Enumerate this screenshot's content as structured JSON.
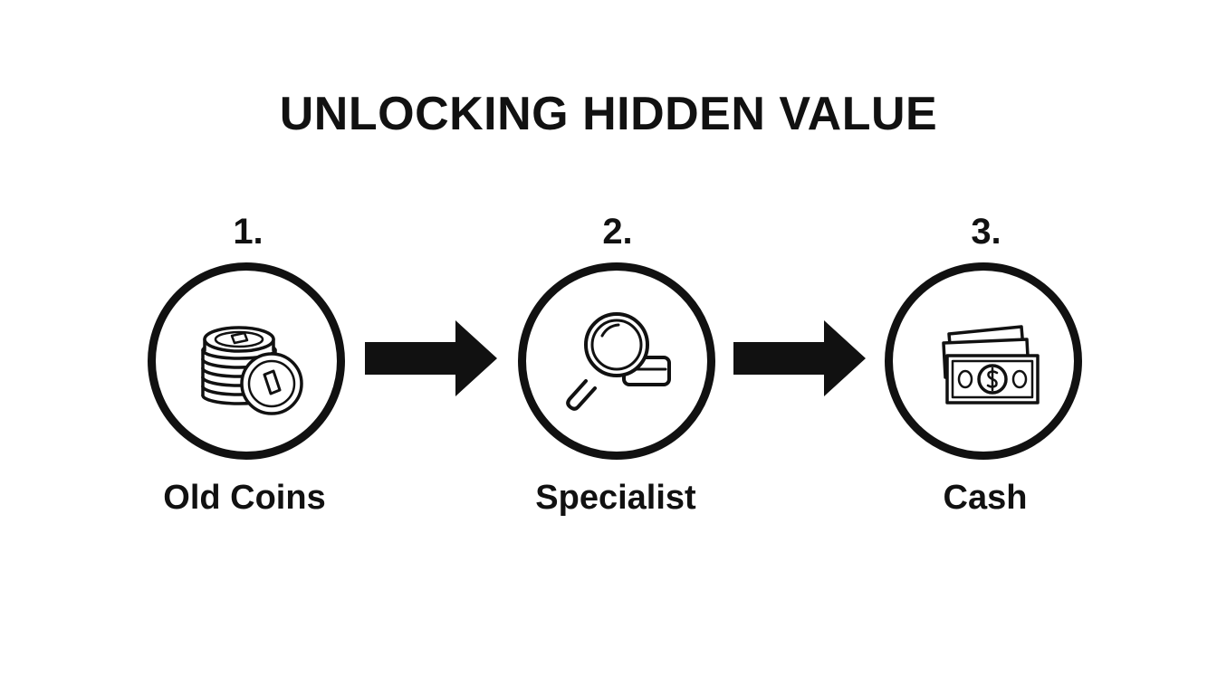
{
  "title": "UNLOCKING HIDDEN VALUE",
  "steps": [
    {
      "number": "1.",
      "label": "Old Coins",
      "icon": "coins-icon"
    },
    {
      "number": "2.",
      "label": "Specialist",
      "icon": "magnifier-icon"
    },
    {
      "number": "3.",
      "label": "Cash",
      "icon": "cash-icon"
    }
  ],
  "colors": {
    "ink": "#111111",
    "background": "#ffffff"
  }
}
